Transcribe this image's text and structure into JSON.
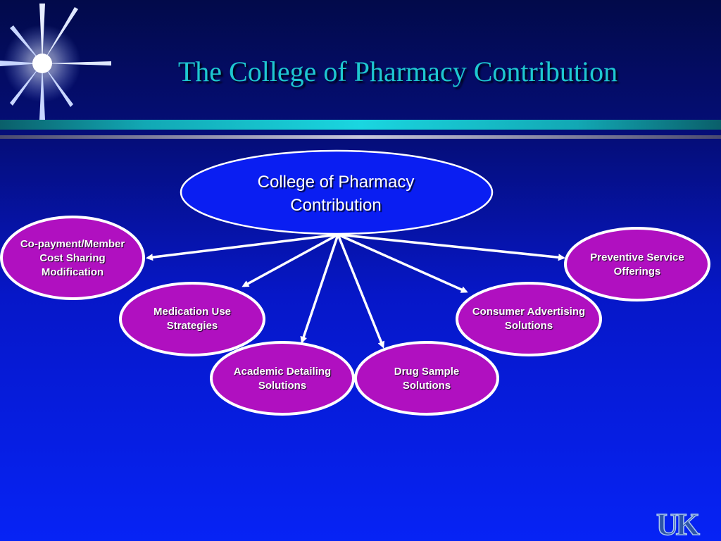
{
  "slide": {
    "title": "The College of Pharmacy Contribution"
  },
  "diagram": {
    "central": {
      "line1": "College of Pharmacy",
      "line2": "Contribution"
    },
    "nodes": [
      {
        "id": "copay",
        "line1": "Co-payment/Member",
        "line2": "Cost Sharing",
        "line3": "Modification"
      },
      {
        "id": "medication",
        "line1": "Medication Use",
        "line2": "Strategies"
      },
      {
        "id": "academic",
        "line1": "Academic Detailing",
        "line2": "Solutions"
      },
      {
        "id": "drug-sample",
        "line1": "Drug Sample",
        "line2": "Solutions"
      },
      {
        "id": "consumer",
        "line1": "Consumer Advertising",
        "line2": "Solutions"
      },
      {
        "id": "preventive",
        "line1": "Preventive Service",
        "line2": "Offerings"
      }
    ]
  },
  "colors": {
    "title": "#1ec8d0",
    "central_fill": "#0a1ef2",
    "node_fill": "#b010c0",
    "outline": "#ffffff"
  },
  "logo": {
    "text": "UK"
  }
}
